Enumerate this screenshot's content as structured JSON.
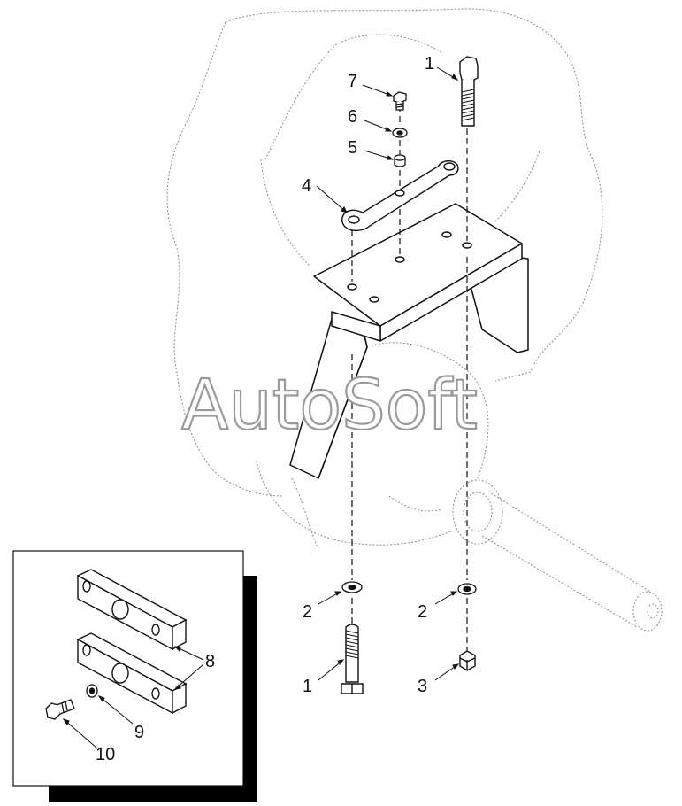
{
  "watermark": "AutoSoft",
  "callouts": {
    "c1_top": "1",
    "c7": "7",
    "c6": "6",
    "c5": "5",
    "c4": "4",
    "c2_left": "2",
    "c2_right": "2",
    "c1_bottom": "1",
    "c3": "3",
    "c8": "8",
    "c9": "9",
    "c10": "10"
  },
  "colors": {
    "line": "#111111",
    "ghost": "#8a8a8a",
    "shadow": "#000000"
  }
}
